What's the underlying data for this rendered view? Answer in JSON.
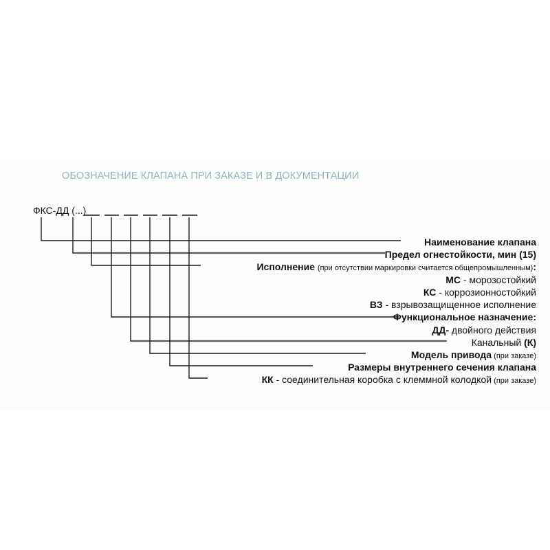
{
  "title": "ОБОЗНАЧЕНИЕ КЛАПАНА ПРИ ЗАКАЗЕ И В ДОКУМЕНТАЦИИ",
  "code": "ФКС-ДД (...)",
  "rows": {
    "r1": {
      "bold": "Наименование клапана"
    },
    "r2": {
      "bold": "Предел огнестойкости, мин (15)"
    },
    "r3": {
      "bold": "Исполнение",
      "note": "(при отсутствии маркировки считается общепромышленным)",
      "tail": ":"
    },
    "r4": {
      "bold": "МС",
      "text": " - морозостойкий"
    },
    "r5": {
      "bold": "КС",
      "text": " - коррозионностойкий"
    },
    "r6": {
      "bold": "ВЗ",
      "text": " - взрывозащищенное исполнение"
    },
    "r7": {
      "bold": "Функциональное назначение:"
    },
    "r8": {
      "bold": "ДД-",
      "text": " двойного действия"
    },
    "r9": {
      "text": "Канальный ",
      "bold": "(К)"
    },
    "r10": {
      "bold": "Модель привода",
      "note": " (при заказе)"
    },
    "r11": {
      "bold": "Размеры внутреннего сечения клапана"
    },
    "r12": {
      "bold": "КК",
      "text": " - соединительная коробка с клеммной колодкой",
      "note": " (при заказе)"
    }
  }
}
